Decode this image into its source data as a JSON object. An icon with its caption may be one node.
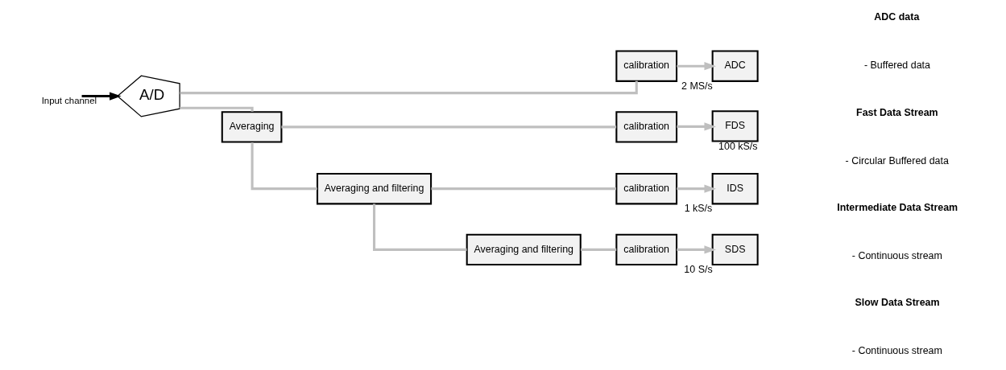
{
  "diagram": {
    "nodes": [
      {
        "text": [
          "A/D"
        ]
      },
      {
        "text": [
          "calibration"
        ]
      },
      {
        "text": [
          "ADC"
        ],
        "beside": [
          "2 MS/s"
        ]
      },
      {
        "text": [
          "Averaging"
        ]
      },
      {
        "text": [
          "calibration"
        ]
      },
      {
        "text": [
          "FDS"
        ],
        "beside": [
          "100 kS/s"
        ]
      },
      {
        "text": [
          "Averaging and filtering"
        ]
      },
      {
        "text": [
          "calibration"
        ]
      },
      {
        "text": [
          "IDS"
        ],
        "beside": [
          "1 kS/s"
        ]
      },
      {
        "text": [
          "Averaging and filtering"
        ]
      },
      {
        "text": [
          "calibration"
        ]
      },
      {
        "text": [
          "SDS"
        ],
        "beside": [
          "10 S/s"
        ]
      }
    ],
    "edges": [
      {
        "from": null,
        "to": 0,
        "arrow": "to",
        "label": "Input channel",
        "color": "#000000"
      },
      {
        "from": 0,
        "to": 1,
        "arrow": "none"
      },
      {
        "from": 1,
        "to": 2,
        "arrow": "to"
      },
      {
        "from": 0,
        "to": 3,
        "arrow": "none"
      },
      {
        "from": 3,
        "to": 4,
        "arrow": "none"
      },
      {
        "from": 4,
        "to": 5,
        "arrow": "to"
      },
      {
        "from": 3,
        "to": 6,
        "arrow": "none"
      },
      {
        "from": 6,
        "to": 7,
        "arrow": "none"
      },
      {
        "from": 7,
        "to": 8,
        "arrow": "to"
      },
      {
        "from": 6,
        "to": 9,
        "arrow": "none"
      },
      {
        "from": 9,
        "to": 10,
        "arrow": "none"
      },
      {
        "from": 10,
        "to": 11,
        "arrow": "to"
      }
    ],
    "labels": [
      "ADC data",
      "- Buffered data",
      "Fast Data Stream",
      "- Circular Buffered data",
      "Intermediate Data Stream",
      "- Continuous stream",
      "Slow Data Stream",
      "- Continuous stream"
    ]
  }
}
